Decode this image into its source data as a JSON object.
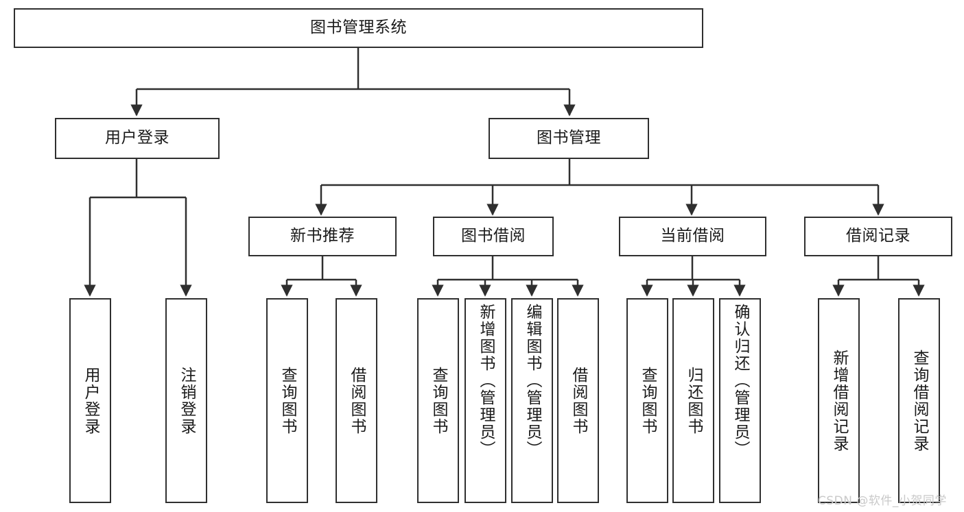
{
  "diagram": {
    "title": "图书管理系统",
    "type": "tree-hierarchy",
    "root": {
      "label": "图书管理系统"
    },
    "level1": [
      {
        "label": "用户登录"
      },
      {
        "label": "图书管理"
      }
    ],
    "level2": [
      {
        "label": "新书推荐"
      },
      {
        "label": "图书借阅"
      },
      {
        "label": "当前借阅"
      },
      {
        "label": "借阅记录"
      }
    ],
    "leaves": {
      "user_login": [
        {
          "label": "用户登录"
        },
        {
          "label": "注销登录"
        }
      ],
      "new_book": [
        {
          "label": "查询图书"
        },
        {
          "label": "借阅图书"
        }
      ],
      "book_borrow": [
        {
          "label": "查询图书"
        },
        {
          "label": "新增图书（管理员）"
        },
        {
          "label": "编辑图书（管理员）"
        },
        {
          "label": "借阅图书"
        }
      ],
      "current_borrow": [
        {
          "label": "查询图书"
        },
        {
          "label": "归还图书"
        },
        {
          "label": "确认归还（管理员）"
        }
      ],
      "borrow_record": [
        {
          "label": "新增借阅记录"
        },
        {
          "label": "查询借阅记录"
        }
      ]
    }
  },
  "watermark": {
    "text": "CSDN @软件_小贺同学"
  },
  "colors": {
    "stroke": "#2f2f2f",
    "fill": "#ffffff",
    "text": "#1a1a1a",
    "watermark": "#c9c9c9"
  }
}
